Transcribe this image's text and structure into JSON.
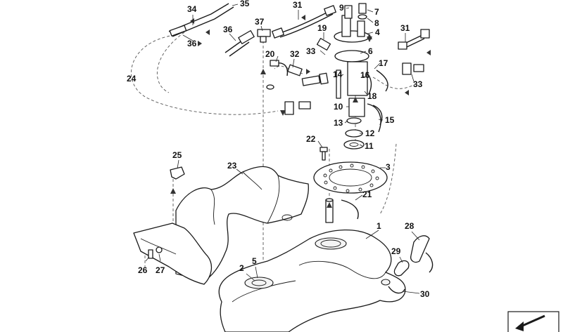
{
  "callouts": {
    "c1": "1",
    "c2": "2",
    "c3": "3",
    "c4": "4",
    "c5": "5",
    "c6": "6",
    "c7": "7",
    "c8": "8",
    "c9": "9",
    "c10": "10",
    "c11": "11",
    "c12": "12",
    "c13": "13",
    "c14": "14",
    "c15": "15",
    "c16": "16",
    "c17": "17",
    "c18": "18",
    "c19": "19",
    "c20": "20",
    "c21": "21",
    "c22": "22",
    "c23": "23",
    "c24": "24",
    "c25": "25",
    "c26": "26",
    "c27": "27",
    "c28": "28",
    "c29": "29",
    "c30": "30",
    "c31a": "31",
    "c31b": "31",
    "c32": "32",
    "c33a": "33",
    "c33b": "33",
    "c34": "34",
    "c35": "35",
    "c36a": "36",
    "c36b": "36",
    "c37": "37"
  },
  "icons": {
    "corner_nav": "corner-return-arrow-icon"
  }
}
